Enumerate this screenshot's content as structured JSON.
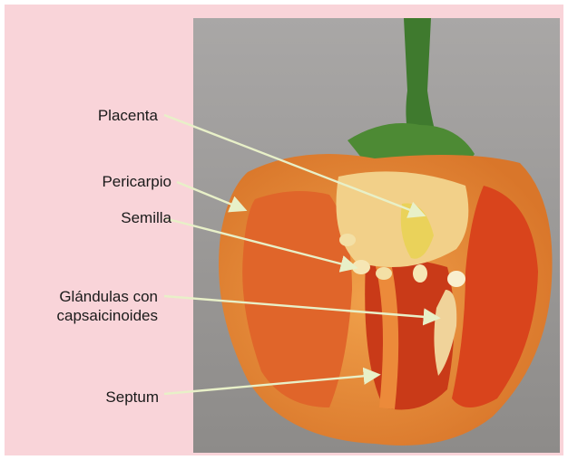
{
  "labels": {
    "placenta": "Placenta",
    "pericarpio": "Pericarpio",
    "semilla": "Semilla",
    "glandulas_line1": "Glándulas con",
    "glandulas_line2": "capsaicinoides",
    "septum": "Septum"
  },
  "colors": {
    "background": "#f9d4d9",
    "arrow": "#e8f0c8",
    "pepper_outer": "#e8892e",
    "pepper_inner": "#d9441c",
    "stem": "#3f7a2e"
  }
}
